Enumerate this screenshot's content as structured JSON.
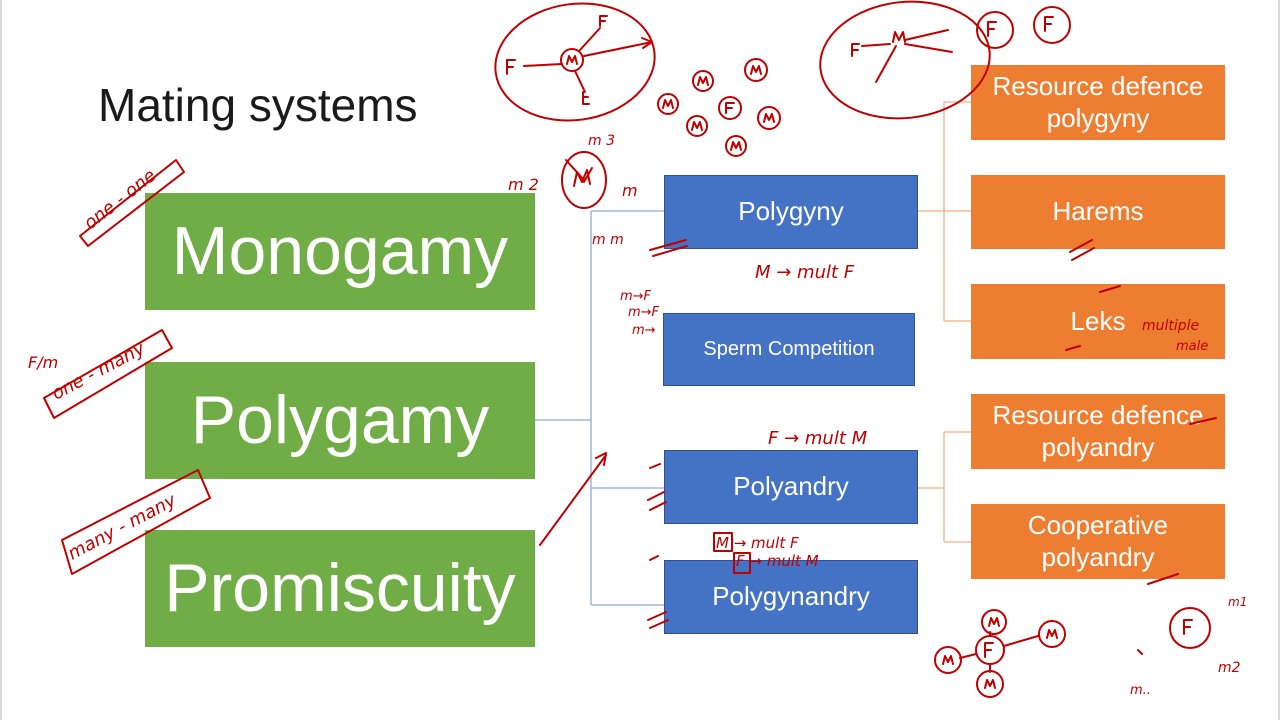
{
  "slide": {
    "title": "Mating systems",
    "main_categories": [
      "Monogamy",
      "Polygamy",
      "Promiscuity"
    ],
    "polygamy_types": [
      "Polygyny",
      "Sperm Competition",
      "Polyandry",
      "Polygynandry"
    ],
    "polygyny_types": [
      "Resource defence polygyny",
      "Harems",
      "Leks"
    ],
    "polyandry_types": [
      "Resource defence polyandry",
      "Cooperative polyandry"
    ]
  },
  "colors": {
    "green": "#70ad47",
    "blue": "#4472c4",
    "orange": "#ed7d31",
    "connector_blue": "#8faadc",
    "connector_orange": "#f4b183",
    "annotation_ink": "#c00000"
  },
  "annotations": {
    "monogamy_note": "one - one",
    "polygamy_note": "one - many",
    "polygamy_prefix": "F/m",
    "promiscuity_note": "many - many",
    "polygyny_note": "M → mult F",
    "polyandry_note": "F → mult M",
    "leks_note": "multiple male",
    "polygynandry_note_1": "M → mult F",
    "polygynandry_note_2": "F → mult M"
  }
}
